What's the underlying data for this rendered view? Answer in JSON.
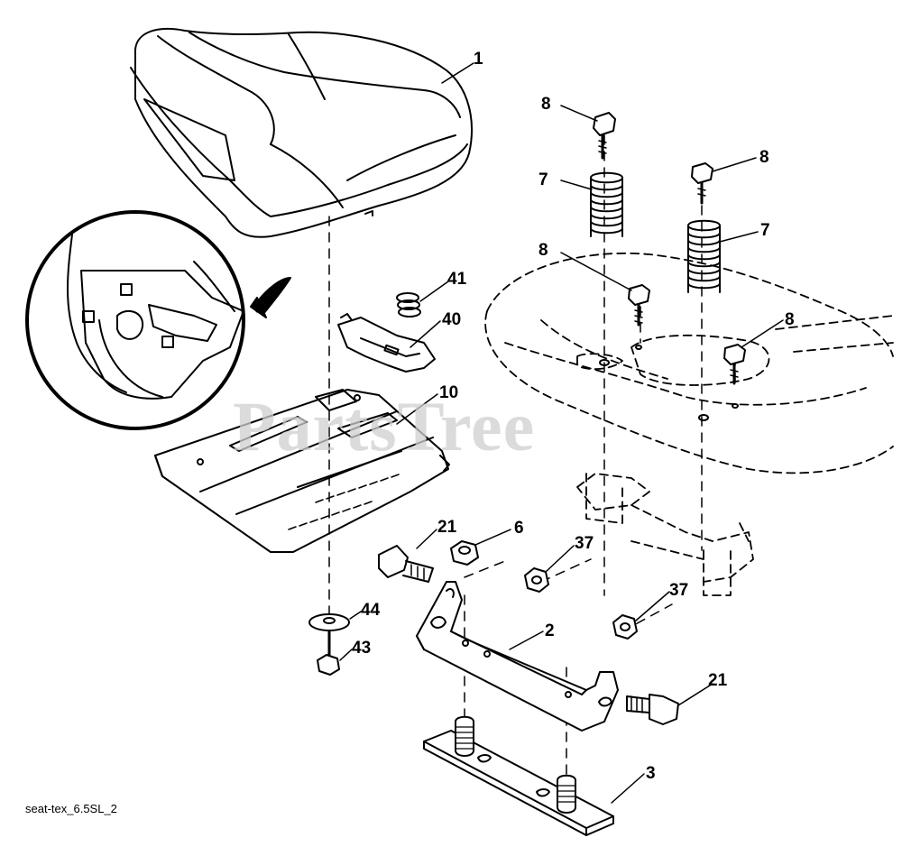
{
  "diagram": {
    "watermark": "PartsTree",
    "reference_code": "seat-tex_6.5SL_2",
    "callouts": [
      {
        "id": "c1",
        "label": "1"
      },
      {
        "id": "c8a",
        "label": "8"
      },
      {
        "id": "c7a",
        "label": "7"
      },
      {
        "id": "c8b",
        "label": "8"
      },
      {
        "id": "c7b",
        "label": "7"
      },
      {
        "id": "c8c",
        "label": "8"
      },
      {
        "id": "c8d",
        "label": "8"
      },
      {
        "id": "c41",
        "label": "41"
      },
      {
        "id": "c40",
        "label": "40"
      },
      {
        "id": "c10",
        "label": "10"
      },
      {
        "id": "c21a",
        "label": "21"
      },
      {
        "id": "c6",
        "label": "6"
      },
      {
        "id": "c37a",
        "label": "37"
      },
      {
        "id": "c37b",
        "label": "37"
      },
      {
        "id": "c44",
        "label": "44"
      },
      {
        "id": "c43",
        "label": "43"
      },
      {
        "id": "c2",
        "label": "2"
      },
      {
        "id": "c21b",
        "label": "21"
      },
      {
        "id": "c3",
        "label": "3"
      }
    ]
  }
}
